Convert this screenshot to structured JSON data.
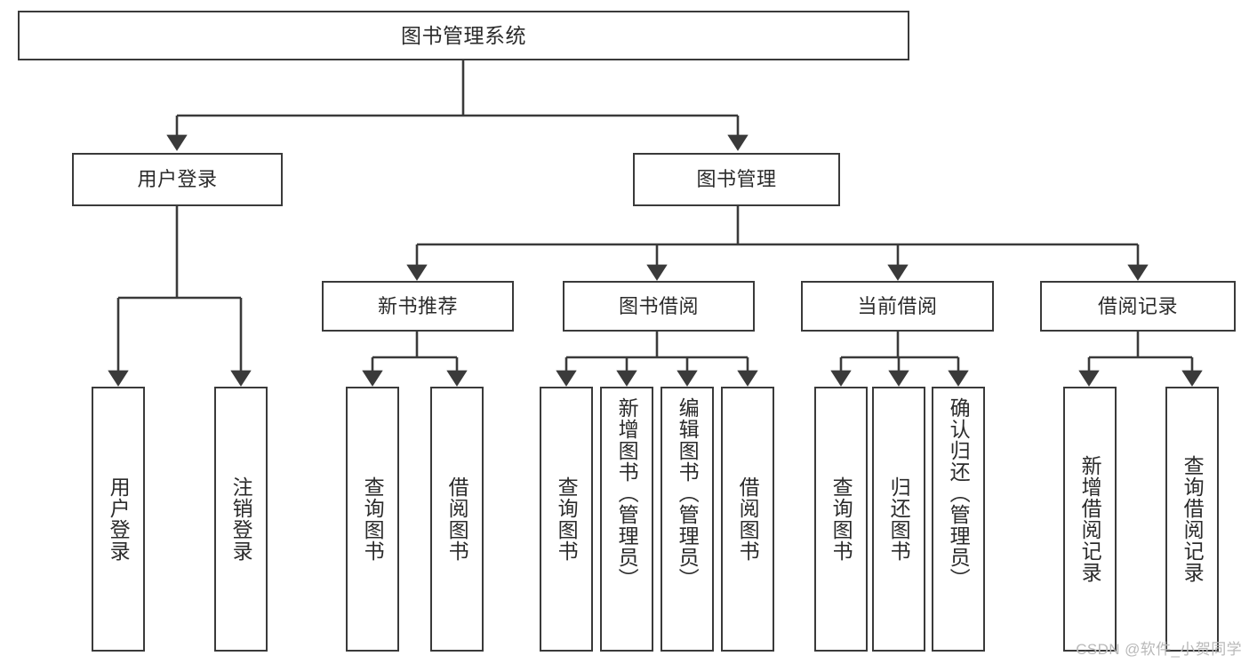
{
  "diagram": {
    "title": "图书管理系统",
    "type": "hierarchy-tree",
    "levels": 4,
    "nodes": {
      "root": {
        "label": "图书管理系统"
      },
      "level2": [
        {
          "id": "user-login",
          "label": "用户登录"
        },
        {
          "id": "book-management",
          "label": "图书管理"
        }
      ],
      "level3": [
        {
          "id": "new-book-recommend",
          "label": "新书推荐",
          "parent": "book-management"
        },
        {
          "id": "book-borrow",
          "label": "图书借阅",
          "parent": "book-management"
        },
        {
          "id": "current-borrow",
          "label": "当前借阅",
          "parent": "book-management"
        },
        {
          "id": "borrow-record",
          "label": "借阅记录",
          "parent": "book-management"
        }
      ],
      "leaves": [
        {
          "id": "leaf-user-login",
          "label": "用户登录",
          "parent": "user-login"
        },
        {
          "id": "leaf-logout-login",
          "label": "注销登录",
          "parent": "user-login"
        },
        {
          "id": "leaf-query-book-1",
          "label": "查询图书",
          "parent": "new-book-recommend"
        },
        {
          "id": "leaf-borrow-book-1",
          "label": "借阅图书",
          "parent": "new-book-recommend"
        },
        {
          "id": "leaf-query-book-2",
          "label": "查询图书",
          "parent": "book-borrow"
        },
        {
          "id": "leaf-add-book",
          "label": "新增图书（管理员）",
          "parent": "book-borrow"
        },
        {
          "id": "leaf-edit-book",
          "label": "编辑图书（管理员）",
          "parent": "book-borrow"
        },
        {
          "id": "leaf-borrow-book-2",
          "label": "借阅图书",
          "parent": "book-borrow"
        },
        {
          "id": "leaf-query-book-3",
          "label": "查询图书",
          "parent": "current-borrow"
        },
        {
          "id": "leaf-return-book",
          "label": "归还图书",
          "parent": "current-borrow"
        },
        {
          "id": "leaf-confirm-return",
          "label": "确认归还（管理员）",
          "parent": "current-borrow"
        },
        {
          "id": "leaf-add-record",
          "label": "新增借阅记录",
          "parent": "borrow-record"
        },
        {
          "id": "leaf-query-record",
          "label": "查询借阅记录",
          "parent": "borrow-record"
        }
      ]
    },
    "colors": {
      "box_border": "#3a3a3a",
      "box_fill": "#ffffff",
      "connector": "#3a3a3a",
      "text": "#2b2b2b",
      "watermark": "#b9b9b9",
      "background": "#ffffff"
    }
  },
  "watermark": {
    "text": "CSDN @软件_小贺同学"
  }
}
